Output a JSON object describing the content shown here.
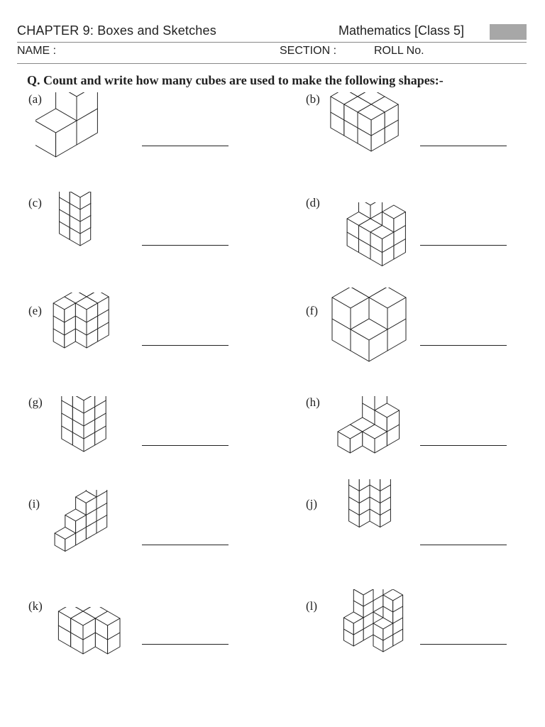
{
  "header": {
    "chapter_title": "CHAPTER 9: Boxes and Sketches",
    "subject": "Mathematics [Class 5]",
    "fields": [
      {
        "label": "NAME :"
      },
      {
        "label": "SECTION :"
      },
      {
        "label": "ROLL No."
      }
    ]
  },
  "question": "Q.  Count and write how many cubes are used to make the following shapes:-",
  "items": [
    {
      "label": "(a)",
      "answer": ""
    },
    {
      "label": "(b)",
      "answer": ""
    },
    {
      "label": "(c)",
      "answer": ""
    },
    {
      "label": "(d)",
      "answer": ""
    },
    {
      "label": "(e)",
      "answer": ""
    },
    {
      "label": "(f)",
      "answer": ""
    },
    {
      "label": "(g)",
      "answer": ""
    },
    {
      "label": "(h)",
      "answer": ""
    },
    {
      "label": "(i)",
      "answer": ""
    },
    {
      "label": "(j)",
      "answer": ""
    },
    {
      "label": "(k)",
      "answer": ""
    },
    {
      "label": "(l)",
      "answer": ""
    }
  ]
}
